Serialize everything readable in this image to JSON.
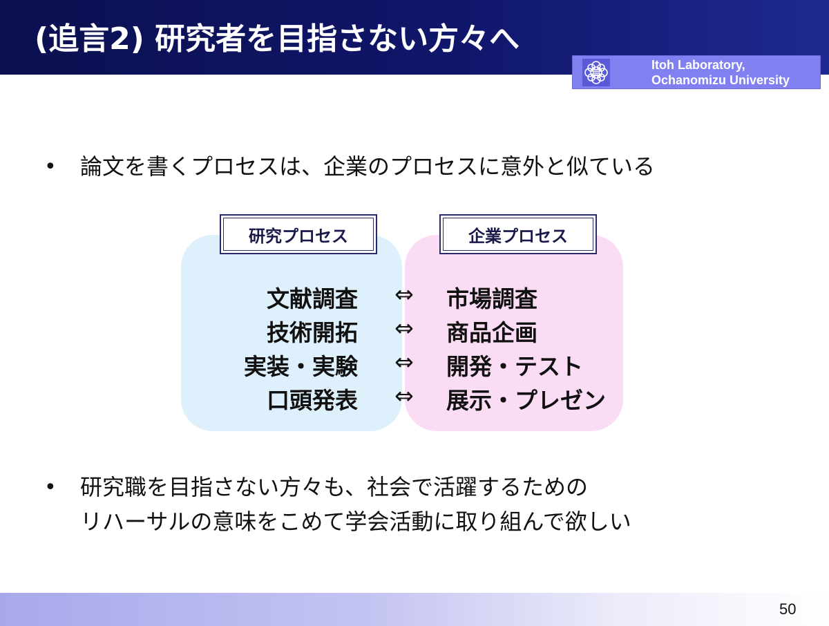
{
  "slide": {
    "title": "(追言2) 研究者を目指さない方々へ",
    "lab_line1": "Itoh Laboratory,",
    "lab_line2": "Ochanomizu University",
    "page_number": "50"
  },
  "bullets": [
    {
      "marker": "•",
      "lines": [
        "論文を書くプロセスは、企業のプロセスに意外と似ている"
      ]
    },
    {
      "marker": "•",
      "lines": [
        "研究職を目指さない方々も、社会で活躍するための",
        "リハーサルの意味をこめて学会活動に取り組んで欲しい"
      ]
    }
  ],
  "comparison": {
    "left_label": "研究プロセス",
    "right_label": "企業プロセス",
    "arrow": "⇔",
    "rows": [
      {
        "left": "文献調査",
        "right": "市場調査"
      },
      {
        "left": "技術開拓",
        "right": "商品企画"
      },
      {
        "left": "実装・実験",
        "right": "開発・テスト"
      },
      {
        "left": "口頭発表",
        "right": "展示・プレゼン"
      }
    ]
  },
  "colors": {
    "header": "#0b1050",
    "lab_box": "#8080f0",
    "left_blob": "#def0fc",
    "right_blob": "#fbdcf5",
    "footer": "#a8a8ec"
  }
}
